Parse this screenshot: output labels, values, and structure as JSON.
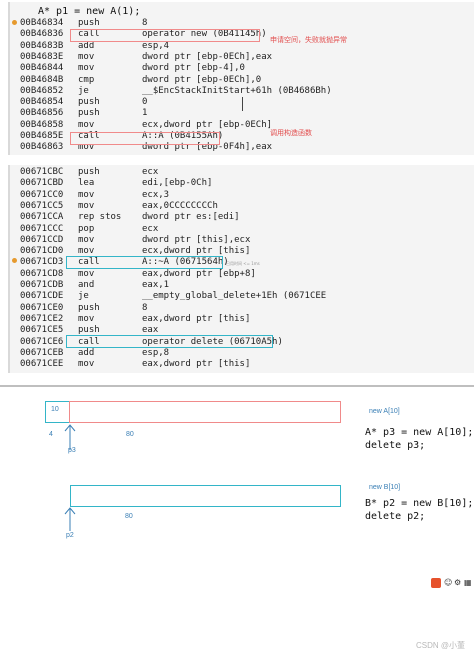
{
  "panel1": {
    "source_line": "A* p1 = new A(1);",
    "rows": [
      {
        "addr": "00B46834",
        "op": "push",
        "arg": "8"
      },
      {
        "addr": "00B46836",
        "op": "call",
        "arg": "operator new (0B41145h)"
      },
      {
        "addr": "00B4683B",
        "op": "add",
        "arg": "esp,4"
      },
      {
        "addr": "00B4683E",
        "op": "mov",
        "arg": "dword ptr [ebp-0ECh],eax"
      },
      {
        "addr": "00B46844",
        "op": "mov",
        "arg": "dword ptr [ebp-4],0"
      },
      {
        "addr": "00B4684B",
        "op": "cmp",
        "arg": "dword ptr [ebp-0ECh],0"
      },
      {
        "addr": "00B46852",
        "op": "je",
        "arg": "__$EncStackInitStart+61h (0B4686Bh)"
      },
      {
        "addr": "00B46854",
        "op": "push",
        "arg": "0"
      },
      {
        "addr": "00B46856",
        "op": "push",
        "arg": "1"
      },
      {
        "addr": "00B46858",
        "op": "mov",
        "arg": "ecx,dword ptr [ebp-0ECh]"
      },
      {
        "addr": "00B4685E",
        "op": "call",
        "arg": "A::A (0B4155Ah)"
      },
      {
        "addr": "00B46863",
        "op": "mov",
        "arg": "dword ptr [ebp-0F4h],eax"
      }
    ],
    "note_alloc": "申请空间，失败就抛异常",
    "note_ctor": "调用构造函数"
  },
  "panel2": {
    "rows": [
      {
        "addr": "00671CBC",
        "op": "push",
        "arg": "ecx"
      },
      {
        "addr": "00671CBD",
        "op": "lea",
        "arg": "edi,[ebp-0Ch]"
      },
      {
        "addr": "00671CC0",
        "op": "mov",
        "arg": "ecx,3"
      },
      {
        "addr": "00671CC5",
        "op": "mov",
        "arg": "eax,0CCCCCCCCh"
      },
      {
        "addr": "00671CCA",
        "op": "rep stos",
        "arg": "dword ptr es:[edi]"
      },
      {
        "addr": "00671CCC",
        "op": "pop",
        "arg": "ecx"
      },
      {
        "addr": "00671CCD",
        "op": "mov",
        "arg": "dword ptr [this],ecx"
      },
      {
        "addr": "00671CD0",
        "op": "mov",
        "arg": "ecx,dword ptr [this]"
      },
      {
        "addr": "00671CD3",
        "op": "call",
        "arg": "A::~A (0671564h)"
      },
      {
        "addr": "00671CD8",
        "op": "mov",
        "arg": "eax,dword ptr [ebp+8]"
      },
      {
        "addr": "00671CDB",
        "op": "and",
        "arg": "eax,1"
      },
      {
        "addr": "00671CDE",
        "op": "je",
        "arg": "__empty_global_delete+1Eh (0671CEE"
      },
      {
        "addr": "00671CE0",
        "op": "push",
        "arg": "8"
      },
      {
        "addr": "00671CE2",
        "op": "mov",
        "arg": "eax,dword ptr [this]"
      },
      {
        "addr": "00671CE5",
        "op": "push",
        "arg": "eax"
      },
      {
        "addr": "00671CE6",
        "op": "call",
        "arg": "operator delete (06710A5h)"
      },
      {
        "addr": "00671CEB",
        "op": "add",
        "arg": "esp,8"
      },
      {
        "addr": "00671CEE",
        "op": "mov",
        "arg": "eax,dword ptr [this]"
      }
    ],
    "tiny_hint": "已用时间 <= 1ms"
  },
  "diagram": {
    "a_count_cell": "10",
    "a_offset": "4",
    "a_size": "80",
    "a_ptr": "p3",
    "a_label": "new A[10]",
    "a_code": [
      "A* p3 = new A[10];",
      "delete p3;"
    ],
    "b_size": "80",
    "b_ptr": "p2",
    "b_label": "new B[10]",
    "b_code": [
      "B* p2 = new B[10];",
      "delete p2;"
    ]
  },
  "footer": {
    "watermark": "CSDN @小董"
  },
  "colors": {
    "red_box": "#f08a8a",
    "teal_box": "#33b5c8",
    "note_red": "#e24b4b",
    "label_blue": "#3a7fb5",
    "keyword_blue": "#1a1acc"
  }
}
